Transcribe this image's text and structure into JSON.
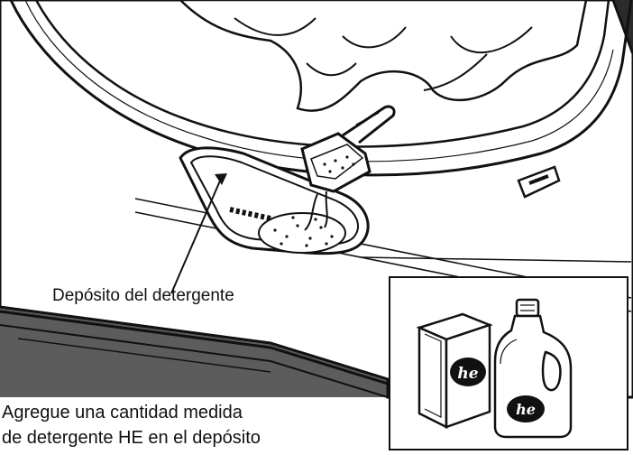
{
  "callout": {
    "label": "Depósito del detergente"
  },
  "caption": {
    "lines": [
      "Agregue una cantidad medida",
      "de detergente HE en el depósito"
    ]
  },
  "inset": {
    "box_logo": "he",
    "bottle_logo": "he"
  },
  "colors": {
    "background_panel": "#5c5c5c",
    "dark_band": "#2b2b2b",
    "line": "#111111",
    "paper": "#ffffff"
  },
  "icons": [
    "washer-drawer",
    "detergent-cup",
    "he-detergent-box",
    "he-detergent-bottle"
  ]
}
